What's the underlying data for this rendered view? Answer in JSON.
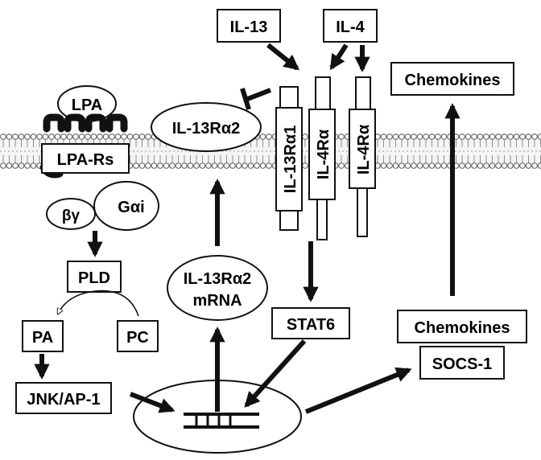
{
  "labels": {
    "il13": "IL-13",
    "il4": "IL-4",
    "chemokines_top": "Chemokines",
    "lpa": "LPA",
    "lpa_rs": "LPA-Rs",
    "il13ra2": "IL-13Rα2",
    "il13ra1_receptor": "IL-13Rα1",
    "il4ra_left": "IL-4Rα",
    "il4ra_right": "IL-4Rα",
    "beta_gamma": "βγ",
    "galpha_i": "Gαi",
    "pld": "PLD",
    "pa": "PA",
    "pc": "PC",
    "jnk_ap1": "JNK/AP-1",
    "mrna_line1": "IL-13Rα2",
    "mrna_line2": "mRNA",
    "stat6": "STAT6",
    "chemokines_bottom": "Chemokines",
    "socs1": "SOCS-1"
  },
  "colors": {
    "stroke": "#111111",
    "membrane_fill": "#f4f4f4",
    "background": "#ffffff"
  }
}
